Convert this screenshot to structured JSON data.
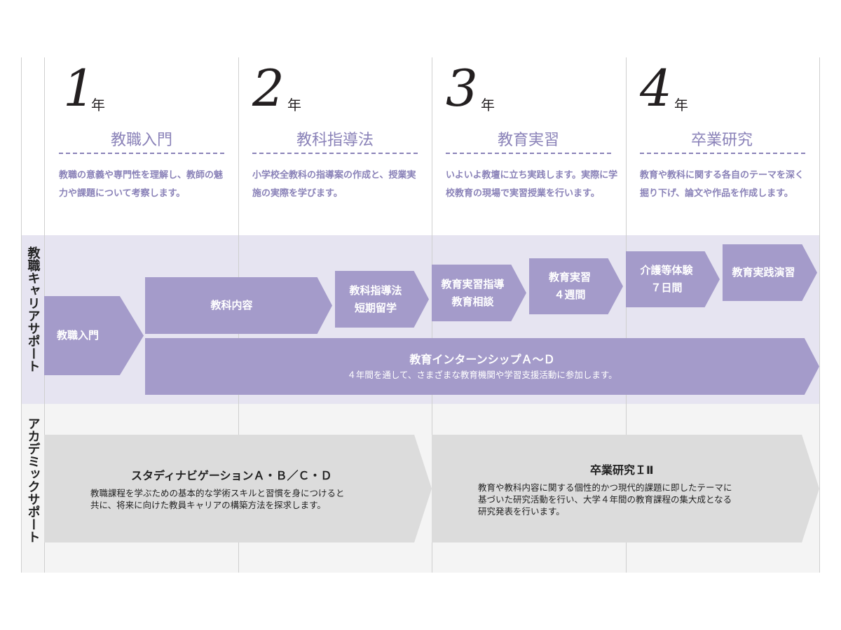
{
  "years": [
    {
      "num": "1",
      "suffix": "年",
      "title": "教職入門",
      "desc": "教職の意義や専門性を理解し、教師の魅力や課題について考察します。"
    },
    {
      "num": "2",
      "suffix": "年",
      "title": "教科指導法",
      "desc": "小学校全教科の指導案の作成と、授業実施の実際を学びます。"
    },
    {
      "num": "3",
      "suffix": "年",
      "title": "教育実習",
      "desc": "いよいよ教壇に立ち実践します。実際に学校教育の現場で実習授業を行います。"
    },
    {
      "num": "4",
      "suffix": "年",
      "title": "卒業研究",
      "desc": "教育や教科に関する各自のテーマを深く掘り下げ、論文や作品を作成します。"
    }
  ],
  "career": {
    "label": "教職キャリアサポート",
    "items": [
      {
        "text": "教職入門"
      },
      {
        "text": "教科内容"
      },
      {
        "text": "教科指導法\n短期留学"
      },
      {
        "text": "教育実習指導\n教育相談"
      },
      {
        "text": "教育実習\n４週間"
      },
      {
        "text": "介護等体験\n７日間"
      },
      {
        "text": "教育実践演習"
      }
    ],
    "internship": {
      "title": "教育インターンシップＡ～Ｄ",
      "desc": "４年間を通して、さまざまな教育機関や学習支援活動に参加します。"
    }
  },
  "academic": {
    "label": "アカデミックサポート",
    "items": [
      {
        "title": "スタディナビゲーションＡ・Ｂ／Ｃ・Ｄ",
        "desc": "教職課程を学ぶための基本的な学術スキルと習慣を身につけると\n共に、将来に向けた教員キャリアの構築方法を探求します。"
      },
      {
        "title": "卒業研究ＩⅡ",
        "desc": "教育や教科内容に関する個性的かつ現代的課題に即したテーマに\n基づいた研究活動を行い、大学４年間の教育課程の集大成となる\n研究発表を行います。"
      }
    ]
  },
  "colors": {
    "purple": "#a49bca",
    "purple_text": "#8a82b8",
    "lavender_band": "#e6e4f1",
    "grey_arrow": "#dcdcdc"
  }
}
